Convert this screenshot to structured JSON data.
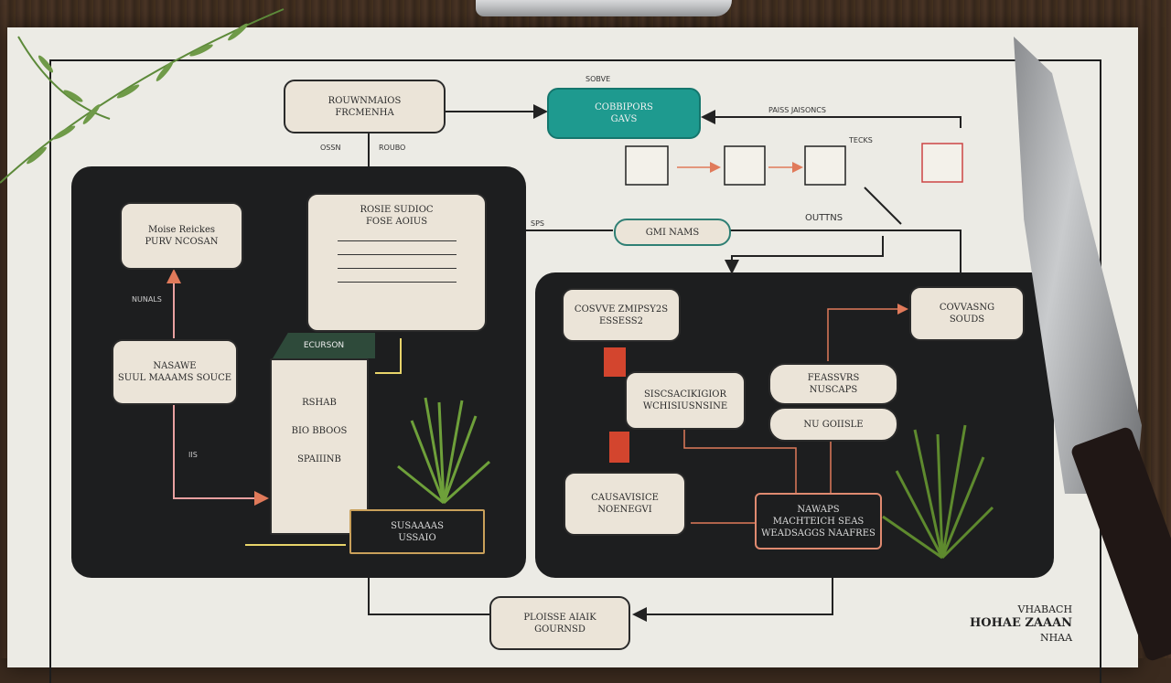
{
  "nodes": {
    "top_box": [
      "ROUWNMAIOS",
      "FRCMENHA"
    ],
    "teal_box": [
      "COBBIPORS",
      "GAVS"
    ],
    "oval": "GMI NAMS",
    "left_top": [
      "Moise Reickes",
      "PURV NCOSAN"
    ],
    "left_mid": [
      "NASAWE",
      "SUUL MAAAMS SOUCE"
    ],
    "recipe_card": [
      "ROSIE SUDIOC",
      "FOSE AOIUS"
    ],
    "doc_tab": "ECURSON",
    "doc_lines": [
      "RSHAB",
      "BIO BBOOS",
      "SPAIIINB"
    ],
    "dark_box": [
      "SUSAAAAS",
      "USSAIO"
    ],
    "right_a": [
      "COSVVE ZMIPSY2S",
      "ESSESS2"
    ],
    "right_b": [
      "COVVASNG",
      "SOUDS"
    ],
    "right_c": [
      "SISCSACIKIGIOR",
      "WCHISIUSNSINE"
    ],
    "right_d": [
      "FEASSVRS",
      "NUSCAPS"
    ],
    "right_e": [
      "NU GOIISLE"
    ],
    "right_f": [
      "CAUSAVISICE",
      "NOENEGVI"
    ],
    "right_g": [
      "NAWAPS",
      "MACHTEICH SEAS",
      "WEADSAGGS NAAFRES"
    ],
    "bottom_box": [
      "PLOISSE AIAIK",
      "GOURNSD"
    ]
  },
  "labels": {
    "top_marks": [
      "SOBVE",
      "PAISS JAISONCS",
      "TECKS",
      "OUTTNS"
    ],
    "left_labels": [
      "OSSN",
      "ROUBO"
    ],
    "flow_labels": [
      "NUNALS",
      "IIS"
    ],
    "footer": [
      "VHABACH",
      "HOHAE ZAAAN",
      "NHAA"
    ],
    "misc": [
      "SPS"
    ]
  },
  "colors": {
    "teal": "#1e9a8f",
    "accent_red": "#d3562e",
    "pink_line": "#e8a0a0",
    "dark_panel": "#1d1e1f",
    "paper": "#ecebe5"
  }
}
